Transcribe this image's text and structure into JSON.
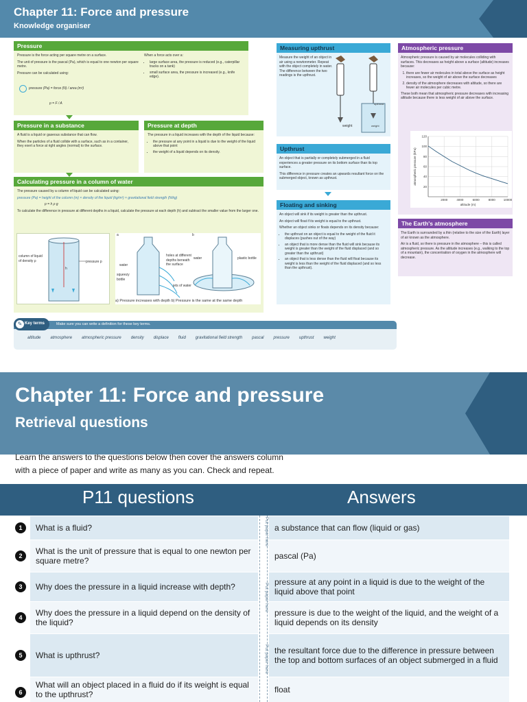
{
  "organiser": {
    "title": "Chapter 11: Force and pressure",
    "subtitle": "Knowledge organiser",
    "pressure": {
      "heading": "Pressure",
      "p1": "Pressure is the force acting per square metre on a surface.",
      "p2": "The unit of pressure is the pascal (Pa), which is equal to one newton per square metre.",
      "p3": "Pressure can be calculated using:",
      "formula1": "pressure (Pa) = force (N) / area (m²)",
      "formula2": "p = F / A",
      "right_intro": "When a force acts over a:",
      "right_b1": "large surface area, the pressure is reduced (e.g., caterpillar tracks on a tank)",
      "right_b2": "small surface area, the pressure is increased (e.g., knife edge)."
    },
    "substance": {
      "heading": "Pressure in a substance",
      "p1": "A fluid is a liquid or gaseous substance that can flow.",
      "p2": "When the particles of a fluid collide with a surface, such as in a container, they exert a force at right angles (normal) to the surface."
    },
    "depth": {
      "heading": "Pressure at depth",
      "p1": "The pressure in a liquid increases with the depth of the liquid because:",
      "b1": "the pressure at any point in a liquid is due to the weight of the liquid above that point",
      "b2": "the weight of a liquid depends on its density."
    },
    "column": {
      "heading": "Calculating pressure in a column of water",
      "p1": "The pressure caused by a column of liquid can be calculated using:",
      "formula": "pressure (Pa) = height of the column (m) × density of the liquid (kg/m³) × gravitational field strength (N/kg)",
      "formula2": "p = h ρ g",
      "p2": "To calculate the difference in pressure at different depths in a liquid, calculate the pressure at each depth (h) and subtract the smaller value from the larger one.",
      "label_column": "column of liquid of density ρ",
      "label_pressure": "pressure p",
      "label_h": "h",
      "label_a": "a",
      "label_b": "b",
      "label_water": "water",
      "label_squeezy": "squeezy bottle",
      "label_holes": "holes at different depths beneath the surface",
      "label_jets": "jets of water",
      "label_water2": "water",
      "label_plastic": "plastic bottle",
      "caption": "a) Pressure increases with depth   b) Pressure is the same at the same depth"
    },
    "upthrust_measure": {
      "heading": "Measuring upthrust",
      "p1": "Measure the weight of an object in air using a newtonmeter. Repeat with the object completely in water. The difference between the two readings is the upthrust.",
      "label_weight": "weight",
      "label_upthrust": "upthrust",
      "label_weight2": "weight"
    },
    "upthrust": {
      "heading": "Upthrust",
      "p1": "An object that is partially or completely submerged in a fluid experiences a greater pressure on its bottom surface than its top surface.",
      "p2": "This difference in pressure creates an upwards resultant force on the submerged object, known as upthrust."
    },
    "floating": {
      "heading": "Floating and sinking",
      "p1": "An object will sink if its weight is greater than the upthrust.",
      "p2": "An object will float if its weight is equal to the upthrust.",
      "p3": "Whether an object sinks or floats depends on its density because:",
      "b1": "the upthrust on an object is equal to the weight of the fluid it displaces (pushes out of the way)",
      "b2": "an object that is more dense than the fluid will sink because its weight is greater than the weight of the fluid displaced (and so greater than the upthrust)",
      "b3": "an object that is less dense than the fluid will float because its weight is less than the weight of the fluid displaced (and so less than the upthrust)."
    },
    "atmospheric": {
      "heading": "Atmospheric pressure",
      "p1": "Atmospheric pressure is caused by air molecules colliding with surfaces. This decreases as height above a surface (altitude) increases because:",
      "b1": "there are fewer air molecules in total above the surface as height increases, so the weight of air above the surface decreases",
      "b2": "density of the atmosphere decreases with altitude, so there are fewer air molecules per cubic metre.",
      "p2": "These both mean that atmospheric pressure decreases with increasing altitude because there is less weight of air above the surface."
    },
    "earth": {
      "heading": "The Earth's atmosphere",
      "p1": "The Earth is surrounded by a thin (relative to the size of the Earth) layer of air known as the atmosphere.",
      "p2": "Air is a fluid, so there is pressure in the atmosphere – this is called atmospheric pressure. As the altitude increases (e.g., walking to the top of a mountain), the concentration of oxygen in the atmosphere will decrease."
    },
    "keyterms": {
      "badge": "Key terms",
      "prompt": "Make sure you can write a definition for these key terms.",
      "terms": [
        "altitude",
        "atmosphere",
        "atmospheric pressure",
        "density",
        "displace",
        "fluid",
        "gravitational field strength",
        "pascal",
        "pressure",
        "upthrust",
        "weight"
      ]
    }
  },
  "chart_data": {
    "type": "line",
    "title": "",
    "xlabel": "altitude (m)",
    "ylabel": "atmospheric pressure (kPa)",
    "xlim": [
      0,
      10000
    ],
    "ylim": [
      0,
      120
    ],
    "xticks": [
      2000,
      4000,
      6000,
      8000,
      10000
    ],
    "yticks": [
      20,
      40,
      60,
      80,
      100,
      120
    ],
    "grid": true,
    "series": [
      {
        "x": [
          0,
          1000,
          2000,
          3000,
          4000,
          5000,
          6000,
          7000,
          8000,
          9000,
          10000
        ],
        "y": [
          101,
          90,
          80,
          70,
          62,
          54,
          47,
          41,
          36,
          31,
          26
        ]
      }
    ]
  },
  "retrieval": {
    "title": "Chapter 11: Force and pressure",
    "subtitle": "Retrieval questions",
    "intro_line1": "Learn the answers to the questions below then cover the answers column",
    "intro_line2": "with a piece of paper and write as many as you can. Check and repeat.",
    "col_questions": "P11 questions",
    "col_answers": "Answers",
    "paper_label": "Put paper here",
    "rows": [
      {
        "n": "1",
        "q": "What is a fluid?",
        "a": "a substance that can flow (liquid or gas)"
      },
      {
        "n": "2",
        "q": "What is the unit of pressure that is equal to one newton per square metre?",
        "a": "pascal (Pa)"
      },
      {
        "n": "3",
        "q": "Why does the pressure in a liquid increase with depth?",
        "a": "pressure at any point in a liquid is due to the weight of the liquid above that point"
      },
      {
        "n": "4",
        "q": "Why does the pressure in a liquid depend on the density of the liquid?",
        "a": "pressure is due to the weight of the liquid, and the weight of a liquid depends on its density"
      },
      {
        "n": "5",
        "q": "What is upthrust?",
        "a": "the resultant force due to the difference in pressure between the top and bottom surfaces of an object submerged in a fluid"
      },
      {
        "n": "6",
        "q": "What will an object placed in a fluid do if its weight is equal to the upthrust?",
        "a": "float"
      }
    ]
  }
}
